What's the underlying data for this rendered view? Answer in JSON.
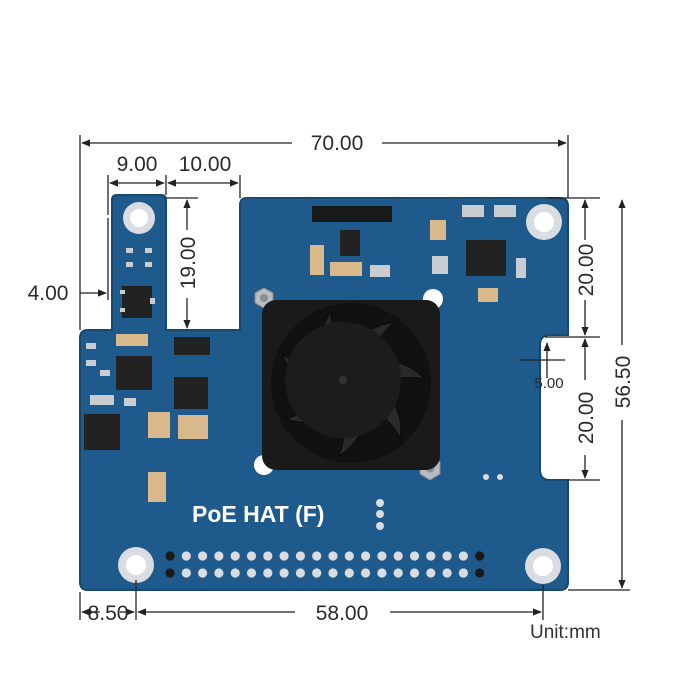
{
  "board": {
    "label": "PoE HAT (F)",
    "colors": {
      "pcb": "#1f5a8c",
      "pcb_edge": "#174870",
      "pad": "#d9dde2",
      "fan_body": "#1a1a1a",
      "chip": "#222222",
      "component_tan": "#d9b98c"
    },
    "icons": [
      "cooling-fan-icon",
      "screw-icon",
      "mounting-hole-icon",
      "gpio-header-icon"
    ]
  },
  "dimensions": {
    "overall_width": "70.00",
    "tab_width": "9.00",
    "notch_width": "10.00",
    "notch_depth": "19.00",
    "left_offset": "4.00",
    "top_hole_spacing": "20.00",
    "right_notch_depth": "5.00",
    "lower_hole_spacing": "20.00",
    "overall_height": "56.50",
    "left_margin": "8.50",
    "hole_spacing": "58.00"
  },
  "unit_label": "Unit:mm"
}
